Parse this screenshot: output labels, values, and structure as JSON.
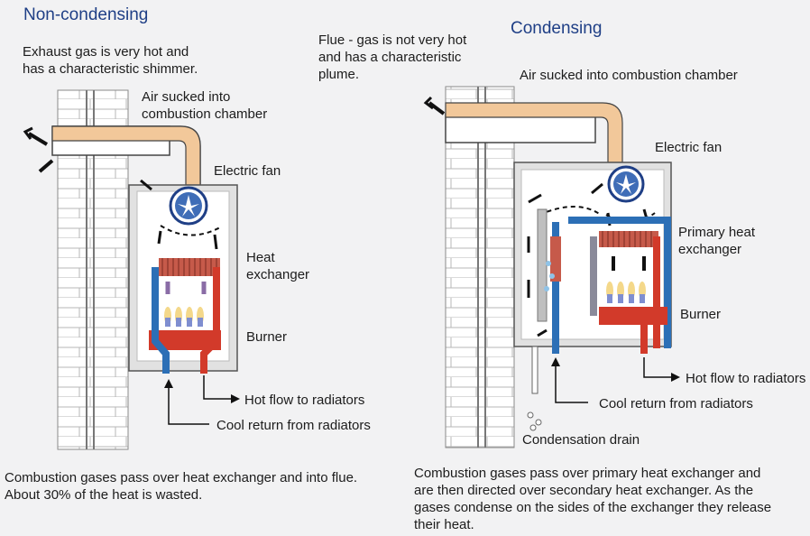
{
  "colors": {
    "pipe_orange": "#f2c89a",
    "hot_red": "#d23a2a",
    "cool_blue": "#2c6fb6",
    "fan_blue": "#3f6db7",
    "title_blue": "#1f3f86",
    "casing": "#e1e1e1"
  },
  "left": {
    "title": "Non-condensing",
    "exhaust_note": "Exhaust gas is very hot and\nhas a characteristic shimmer.",
    "air_label": "Air sucked into\ncombustion chamber",
    "fan_label": "Electric fan",
    "exchanger_label": "Heat\nexchanger",
    "burner_label": "Burner",
    "hot_flow_label": "Hot flow to radiators",
    "cool_return_label": "Cool return from radiators",
    "caption": "Combustion gases pass over heat exchanger and into flue.\nAbout 30% of the heat is wasted."
  },
  "right": {
    "title": "Condensing",
    "flue_note": "Flue - gas is not very hot\nand has a characteristic\nplume.",
    "air_label": "Air sucked into combustion chamber",
    "fan_label": "Electric fan",
    "exchanger_label": "Primary heat\nexchanger",
    "burner_label": "Burner",
    "hot_flow_label": "Hot flow to radiators",
    "cool_return_label": "Cool return from radiators",
    "drain_label": "Condensation drain",
    "caption": "Combustion gases pass over primary heat exchanger and\nare then directed over secondary heat exchanger. As the\ngases condense on the sides of the exchanger they release\ntheir heat."
  }
}
